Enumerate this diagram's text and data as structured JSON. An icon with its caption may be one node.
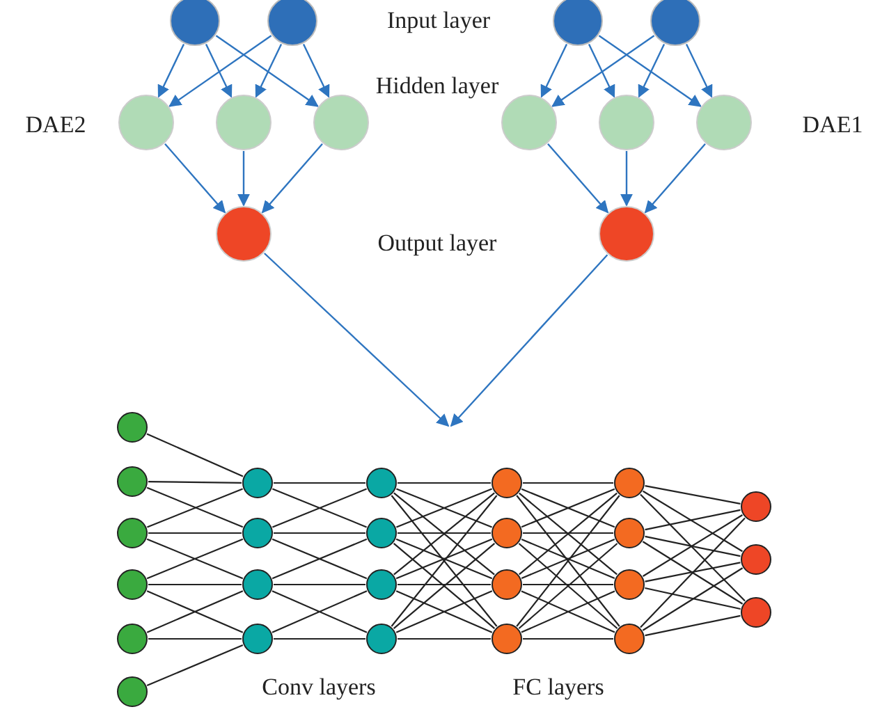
{
  "diagram": {
    "nodes": [
      {
        "text": [],
        "shape": "circle"
      },
      {
        "text": [],
        "shape": "circle"
      },
      {
        "text": [],
        "shape": "circle"
      },
      {
        "text": [],
        "shape": "circle"
      },
      {
        "text": [],
        "shape": "circle"
      },
      {
        "text": [],
        "shape": "circle"
      },
      {
        "text": [],
        "shape": "circle"
      },
      {
        "text": [],
        "shape": "circle"
      },
      {
        "text": [],
        "shape": "circle"
      },
      {
        "text": [],
        "shape": "circle"
      },
      {
        "text": [],
        "shape": "circle"
      },
      {
        "text": [],
        "shape": "circle"
      },
      {
        "text": [],
        "shape": "circle"
      },
      {
        "text": [],
        "shape": "circle"
      },
      {
        "text": [],
        "shape": "circle"
      },
      {
        "text": [],
        "shape": "circle"
      },
      {
        "text": [],
        "shape": "circle"
      },
      {
        "text": [],
        "shape": "circle"
      },
      {
        "text": [],
        "shape": "circle"
      },
      {
        "text": [],
        "shape": "circle"
      },
      {
        "text": [],
        "shape": "circle"
      },
      {
        "text": [],
        "shape": "circle"
      },
      {
        "text": [],
        "shape": "circle"
      },
      {
        "text": [],
        "shape": "circle"
      },
      {
        "text": [],
        "shape": "circle"
      },
      {
        "text": [],
        "shape": "circle"
      },
      {
        "text": [],
        "shape": "circle"
      },
      {
        "text": [],
        "shape": "circle"
      },
      {
        "text": [],
        "shape": "circle"
      },
      {
        "text": [],
        "shape": "circle"
      },
      {
        "text": [],
        "shape": "circle"
      },
      {
        "text": [],
        "shape": "circle"
      },
      {
        "text": [],
        "shape": "circle"
      },
      {
        "text": [],
        "shape": "circle"
      },
      {
        "text": [],
        "shape": "circle"
      },
      {
        "text": [],
        "shape": "circle"
      },
      {
        "text": [],
        "shape": "circle"
      }
    ],
    "edges": [
      {
        "from": 0,
        "to": 4,
        "arrow": "to",
        "color": "#2e75c0"
      },
      {
        "from": 0,
        "to": 5,
        "arrow": "to",
        "color": "#2e75c0"
      },
      {
        "from": 0,
        "to": 6,
        "arrow": "to",
        "color": "#2e75c0"
      },
      {
        "from": 1,
        "to": 4,
        "arrow": "to",
        "color": "#2e75c0"
      },
      {
        "from": 1,
        "to": 5,
        "arrow": "to",
        "color": "#2e75c0"
      },
      {
        "from": 1,
        "to": 6,
        "arrow": "to",
        "color": "#2e75c0"
      },
      {
        "from": 2,
        "to": 7,
        "arrow": "to",
        "color": "#2e75c0"
      },
      {
        "from": 2,
        "to": 8,
        "arrow": "to",
        "color": "#2e75c0"
      },
      {
        "from": 2,
        "to": 9,
        "arrow": "to",
        "color": "#2e75c0"
      },
      {
        "from": 3,
        "to": 7,
        "arrow": "to",
        "color": "#2e75c0"
      },
      {
        "from": 3,
        "to": 8,
        "arrow": "to",
        "color": "#2e75c0"
      },
      {
        "from": 3,
        "to": 9,
        "arrow": "to",
        "color": "#2e75c0"
      },
      {
        "from": 4,
        "to": 10,
        "arrow": "to",
        "color": "#2e75c0"
      },
      {
        "from": 5,
        "to": 10,
        "arrow": "to",
        "color": "#2e75c0"
      },
      {
        "from": 6,
        "to": 10,
        "arrow": "to",
        "color": "#2e75c0"
      },
      {
        "from": 7,
        "to": 11,
        "arrow": "to",
        "color": "#2e75c0"
      },
      {
        "from": 8,
        "to": 11,
        "arrow": "to",
        "color": "#2e75c0"
      },
      {
        "from": 9,
        "to": 11,
        "arrow": "to",
        "color": "#2e75c0"
      },
      {
        "from": 10,
        "to": null,
        "arrow": "to",
        "color": "#2e75c0"
      },
      {
        "from": 11,
        "to": null,
        "arrow": "to",
        "color": "#2e75c0"
      },
      {
        "from": 12,
        "to": 18,
        "arrow": "none"
      },
      {
        "from": 13,
        "to": 18,
        "arrow": "none"
      },
      {
        "from": 14,
        "to": 18,
        "arrow": "none"
      },
      {
        "from": 13,
        "to": 19,
        "arrow": "none"
      },
      {
        "from": 14,
        "to": 19,
        "arrow": "none"
      },
      {
        "from": 15,
        "to": 19,
        "arrow": "none"
      },
      {
        "from": 14,
        "to": 20,
        "arrow": "none"
      },
      {
        "from": 15,
        "to": 20,
        "arrow": "none"
      },
      {
        "from": 16,
        "to": 20,
        "arrow": "none"
      },
      {
        "from": 15,
        "to": 21,
        "arrow": "none"
      },
      {
        "from": 16,
        "to": 21,
        "arrow": "none"
      },
      {
        "from": 17,
        "to": 21,
        "arrow": "none"
      },
      {
        "from": 18,
        "to": 22,
        "arrow": "none"
      },
      {
        "from": 18,
        "to": 23,
        "arrow": "none"
      },
      {
        "from": 19,
        "to": 22,
        "arrow": "none"
      },
      {
        "from": 19,
        "to": 23,
        "arrow": "none"
      },
      {
        "from": 19,
        "to": 24,
        "arrow": "none"
      },
      {
        "from": 20,
        "to": 23,
        "arrow": "none"
      },
      {
        "from": 20,
        "to": 24,
        "arrow": "none"
      },
      {
        "from": 20,
        "to": 25,
        "arrow": "none"
      },
      {
        "from": 21,
        "to": 24,
        "arrow": "none"
      },
      {
        "from": 21,
        "to": 25,
        "arrow": "none"
      },
      {
        "from": 22,
        "to": 26,
        "arrow": "none"
      },
      {
        "from": 22,
        "to": 27,
        "arrow": "none"
      },
      {
        "from": 22,
        "to": 28,
        "arrow": "none"
      },
      {
        "from": 22,
        "to": 29,
        "arrow": "none"
      },
      {
        "from": 23,
        "to": 26,
        "arrow": "none"
      },
      {
        "from": 23,
        "to": 27,
        "arrow": "none"
      },
      {
        "from": 23,
        "to": 28,
        "arrow": "none"
      },
      {
        "from": 23,
        "to": 29,
        "arrow": "none"
      },
      {
        "from": 24,
        "to": 26,
        "arrow": "none"
      },
      {
        "from": 24,
        "to": 27,
        "arrow": "none"
      },
      {
        "from": 24,
        "to": 28,
        "arrow": "none"
      },
      {
        "from": 24,
        "to": 29,
        "arrow": "none"
      },
      {
        "from": 25,
        "to": 26,
        "arrow": "none"
      },
      {
        "from": 25,
        "to": 27,
        "arrow": "none"
      },
      {
        "from": 25,
        "to": 28,
        "arrow": "none"
      },
      {
        "from": 25,
        "to": 29,
        "arrow": "none"
      },
      {
        "from": 26,
        "to": 30,
        "arrow": "none"
      },
      {
        "from": 26,
        "to": 31,
        "arrow": "none"
      },
      {
        "from": 26,
        "to": 32,
        "arrow": "none"
      },
      {
        "from": 26,
        "to": 33,
        "arrow": "none"
      },
      {
        "from": 27,
        "to": 30,
        "arrow": "none"
      },
      {
        "from": 27,
        "to": 31,
        "arrow": "none"
      },
      {
        "from": 27,
        "to": 32,
        "arrow": "none"
      },
      {
        "from": 27,
        "to": 33,
        "arrow": "none"
      },
      {
        "from": 28,
        "to": 30,
        "arrow": "none"
      },
      {
        "from": 28,
        "to": 31,
        "arrow": "none"
      },
      {
        "from": 28,
        "to": 32,
        "arrow": "none"
      },
      {
        "from": 28,
        "to": 33,
        "arrow": "none"
      },
      {
        "from": 29,
        "to": 30,
        "arrow": "none"
      },
      {
        "from": 29,
        "to": 31,
        "arrow": "none"
      },
      {
        "from": 29,
        "to": 32,
        "arrow": "none"
      },
      {
        "from": 29,
        "to": 33,
        "arrow": "none"
      },
      {
        "from": 30,
        "to": 34,
        "arrow": "none"
      },
      {
        "from": 30,
        "to": 35,
        "arrow": "none"
      },
      {
        "from": 30,
        "to": 36,
        "arrow": "none"
      },
      {
        "from": 31,
        "to": 34,
        "arrow": "none"
      },
      {
        "from": 31,
        "to": 35,
        "arrow": "none"
      },
      {
        "from": 31,
        "to": 36,
        "arrow": "none"
      },
      {
        "from": 32,
        "to": 34,
        "arrow": "none"
      },
      {
        "from": 32,
        "to": 35,
        "arrow": "none"
      },
      {
        "from": 32,
        "to": 36,
        "arrow": "none"
      },
      {
        "from": 33,
        "to": 34,
        "arrow": "none"
      },
      {
        "from": 33,
        "to": 35,
        "arrow": "none"
      },
      {
        "from": 33,
        "to": 36,
        "arrow": "none"
      }
    ],
    "labels": [
      "Input layer",
      "Hidden layer",
      "DAE2",
      "DAE1",
      "Output layer",
      "Conv layers",
      "FC layers"
    ]
  }
}
